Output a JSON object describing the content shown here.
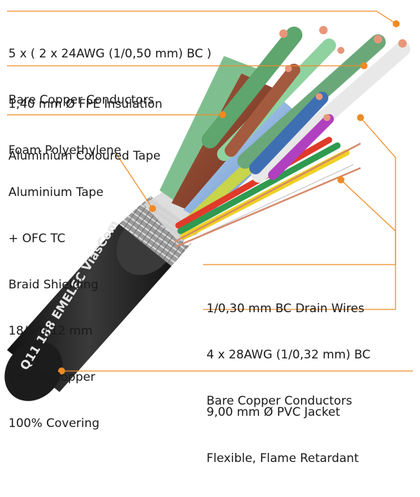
{
  "brand": {
    "print_text": "Q11 188  EMELEC ViasCom"
  },
  "colors": {
    "accent": "#f08a24",
    "jacket": "#2a2a2a",
    "copper": "#e8967a",
    "shield": "#b9b9b9"
  },
  "callouts": [
    {
      "id": "bare-copper-24awg",
      "lines": [
        "5 x ( 2 x 24AWG (1/0,50 mm) BC )",
        "Bare Copper Conductors"
      ]
    },
    {
      "id": "fpe-insulation",
      "lines": [
        "1,40 mm Ø FPE Insulation",
        "Foam Polyethylene"
      ]
    },
    {
      "id": "coloured-tape",
      "lines": [
        "Aluminium Coloured Tape"
      ]
    },
    {
      "id": "braid-shielding",
      "lines": [
        "Aluminium Tape",
        "+ OFC TC",
        "Braid Shielding",
        "18/5/0,12 mm",
        "Tinned Copper",
        "100% Covering"
      ]
    },
    {
      "id": "drain-wires",
      "lines": [
        "1/0,30 mm BC Drain Wires"
      ]
    },
    {
      "id": "bare-copper-28awg",
      "lines": [
        "4 x 28AWG (1/0,32 mm) BC",
        "Bare Copper Conductors"
      ]
    },
    {
      "id": "pvc-jacket",
      "lines": [
        "9,00 mm Ø PVC Jacket",
        "Flexible, Flame Retardant"
      ]
    }
  ]
}
